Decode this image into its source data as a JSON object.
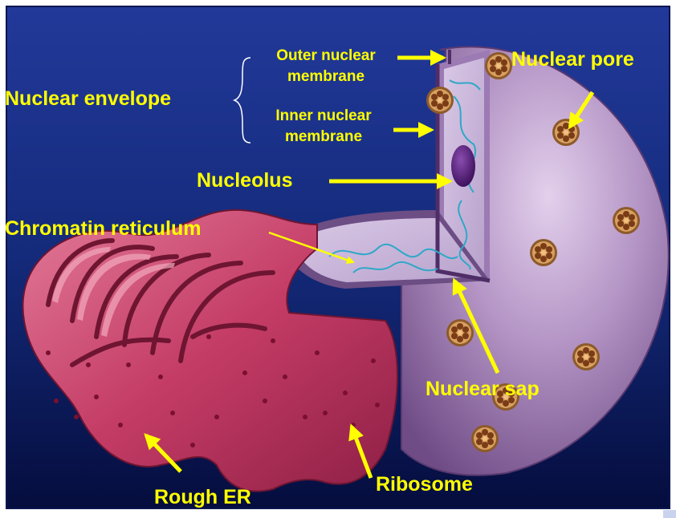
{
  "labels": {
    "nuclear_envelope": "Nuclear envelope",
    "outer_nuclear_membrane_line1": "Outer nuclear",
    "outer_nuclear_membrane_line2": "membrane",
    "inner_nuclear_membrane_line1": "Inner nuclear",
    "inner_nuclear_membrane_line2": "membrane",
    "nuclear_pore": "Nuclear pore",
    "nucleolus": "Nucleolus",
    "chromatin_reticulum": "Chromatin reticulum",
    "nuclear_sap": "Nuclear sap",
    "rough_er": "Rough ER",
    "ribosome": "Ribosome"
  },
  "colors": {
    "background_top": "#1a2f86",
    "background_bottom": "#061046",
    "label_text": "#ffff00",
    "arrow": "#ffff00",
    "nucleus": "#a98ab8",
    "nucleus_interior": "#c9b6d8",
    "nucleolus": "#4a1a6e",
    "chromatin": "#2fa8c8",
    "er": "#c8406a",
    "ribosome": "#7a1030",
    "pore": "#c88840"
  }
}
